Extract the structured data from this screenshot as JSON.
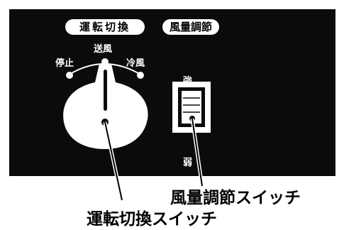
{
  "panel": {
    "mode_title": "運転切換",
    "fan_title": "風量調節",
    "positions": {
      "stop": "停止",
      "fan": "送風",
      "cool": "冷風"
    },
    "fan_strong": "強",
    "fan_weak": "弱"
  },
  "callouts": {
    "fan_switch": "風量調節スイッチ",
    "mode_switch": "運転切換スイッチ"
  },
  "colors": {
    "panel": "#0b0b0b",
    "knob": "#ffffff",
    "text_on_panel": "#ffffff",
    "text_callout": "#000000"
  }
}
